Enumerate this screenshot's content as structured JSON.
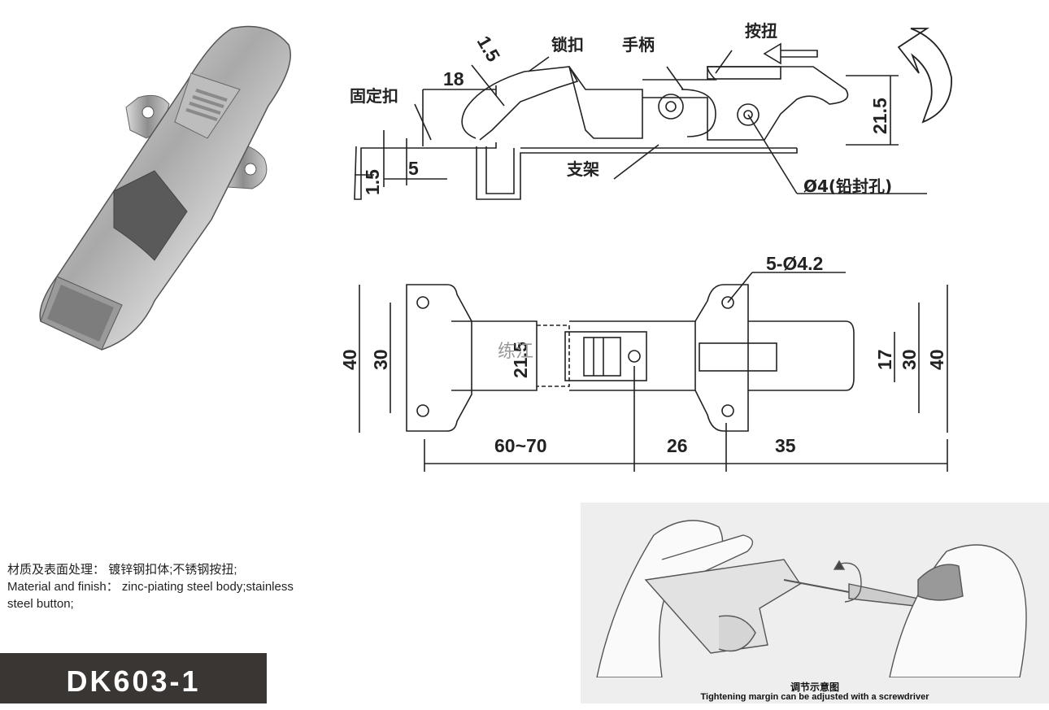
{
  "labels": {
    "lock_buckle": "锁扣",
    "handle": "手柄",
    "button": "按扭",
    "fixed_buckle": "固定扣",
    "bracket": "支架",
    "seal_hole": "Ø4(铅封孔)",
    "holes": "5-Ø4.2"
  },
  "dims_side": {
    "d1": "1.5",
    "d2": "18",
    "d3": "21.5",
    "d4": "5",
    "d5": "1.5"
  },
  "dims_top": {
    "h_outer_left": "40",
    "h_inner_left": "30",
    "center": "21.5",
    "h_17": "17",
    "h_inner_right": "30",
    "h_outer_right": "40",
    "len_1": "60~70",
    "len_2": "26",
    "len_3": "35"
  },
  "watermark": "练江",
  "material": {
    "cn_label": "材质及表面处理：",
    "cn_value": "镀锌钢扣体;不锈钢按扭;",
    "en_line1": "Material and finish： zinc-piating steel body;stainless",
    "en_line2": "steel button;"
  },
  "model": "DK603-1",
  "illustration": {
    "caption_cn": "调节示意图",
    "caption_en": "Tightening margin can be adjusted with a screwdriver"
  }
}
